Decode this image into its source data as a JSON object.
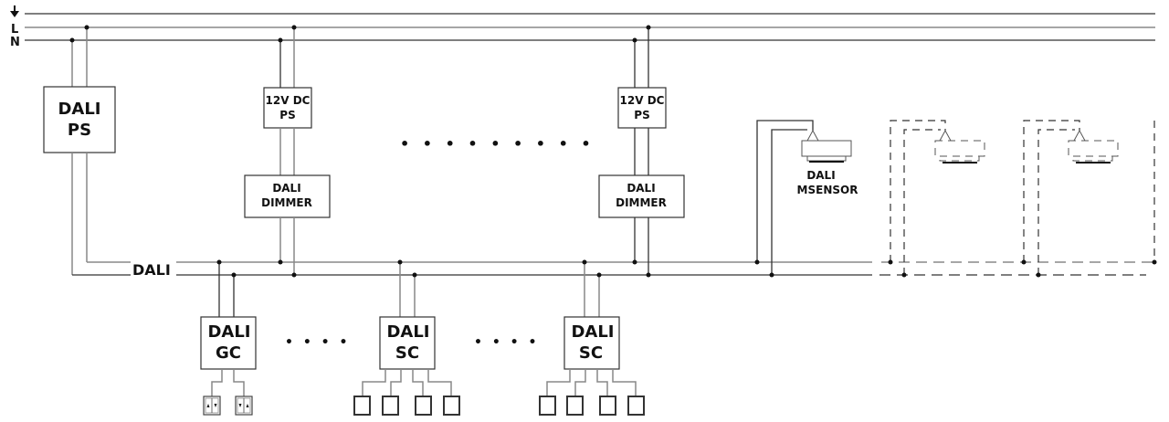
{
  "diagram": {
    "title": "DALI wiring diagram",
    "rails": {
      "earth_symbol": "earth-ground",
      "L_label": "L",
      "N_label": "N"
    },
    "bus_label": "DALI",
    "ps": {
      "line1": "DALI",
      "line2": "PS"
    },
    "dc_ps": [
      {
        "line1": "12V DC",
        "line2": "PS"
      },
      {
        "line1": "12V DC",
        "line2": "PS"
      }
    ],
    "dimmers": [
      {
        "line1": "DALI",
        "line2": "DIMMER"
      },
      {
        "line1": "DALI",
        "line2": "DIMMER"
      }
    ],
    "continuation_dots": "• • • • • • • • •",
    "sensor": {
      "line1": "DALI",
      "line2": "MSENSOR"
    },
    "optional_sensors_count": 2,
    "controllers": [
      {
        "line1": "DALI",
        "line2": "GC",
        "buttons": 2,
        "button_type": "up-down"
      },
      {
        "line1": "DALI",
        "line2": "SC",
        "buttons": 4,
        "button_type": "plain"
      },
      {
        "line1": "DALI",
        "line2": "SC",
        "buttons": 4,
        "button_type": "plain"
      }
    ],
    "controller_dots": "• • • •"
  }
}
